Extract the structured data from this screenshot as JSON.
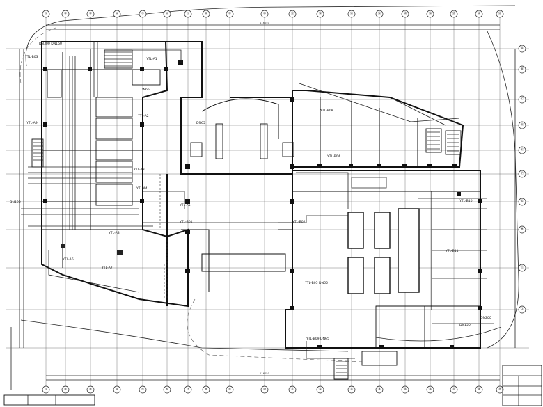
{
  "drawing": {
    "top_dimension_total": "116050",
    "bottom_dimension_total": "116050"
  },
  "grid": {
    "top_bubbles": [
      "①",
      "②",
      "③",
      "④",
      "⑤",
      "⑥",
      "⑦",
      "⑧",
      "⑨",
      "⑩",
      "⑪",
      "⑫",
      "⑬",
      "⑭",
      "⑮",
      "⑯",
      "⑰",
      "⑱",
      "⑲"
    ],
    "bottom_bubbles": [
      "①",
      "②",
      "③",
      "④",
      "⑤",
      "⑥",
      "⑦",
      "⑧",
      "⑨",
      "⑩",
      "⑪",
      "⑫",
      "⑬",
      "⑭",
      "⑮",
      "⑯",
      "⑰",
      "⑱",
      "⑲"
    ],
    "right_bubbles": [
      "Ⓐ",
      "Ⓑ",
      "Ⓒ",
      "Ⓓ",
      "Ⓔ",
      "Ⓕ",
      "Ⓖ",
      "Ⓗ",
      "Ⓘ",
      "Ⓙ"
    ]
  },
  "labels": {
    "dn300_top": "DN300 DN150",
    "ytl_b03": "YTL-B03",
    "ytl_a1": "YTL-A1",
    "ytl_a2": "YTL-A2",
    "ytl_a3": "YTL-A3",
    "ytl_a4": "YTL-A4",
    "ytl_a5": "YTL-A5",
    "ytl_a6": "YTL-A6",
    "ytl_a7": "YTL-A7",
    "ytl_a8": "YTL-A8",
    "ytl_a9": "YTL-A9",
    "ytl_b01": "YTL-B01",
    "ytl_b02": "YTL-B02",
    "ytl_b04": "YTL-B04",
    "ytl_b05": "YTL-B05 DN65",
    "ytl_b08": "YTL-B08",
    "ytl_b09": "YTL-B09 DN65",
    "ytl_b10": "YTL-B10",
    "ytl_b11": "YTL-B11",
    "dn65_a": "DN65",
    "dn65_b": "DN65",
    "dn100": "DN100",
    "dn150": "DN150",
    "dn200": "DN200"
  }
}
